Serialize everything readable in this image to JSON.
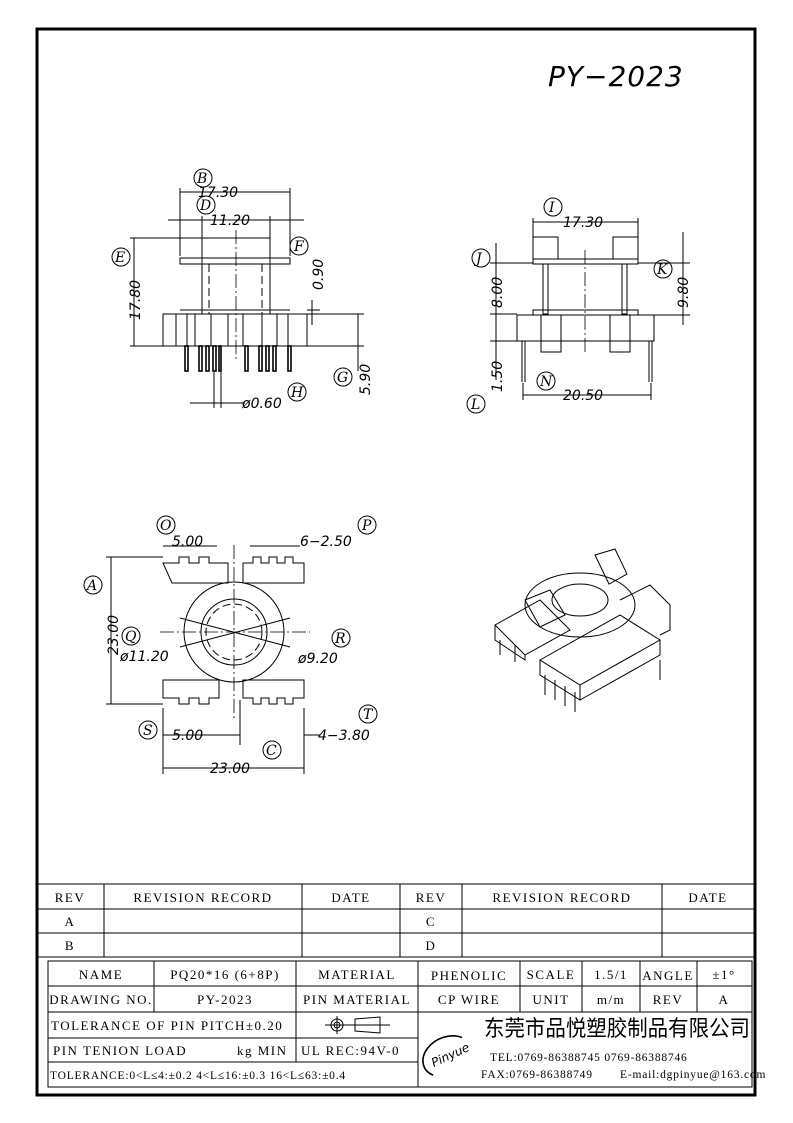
{
  "drawing_title": "PY−2023",
  "front_view": {
    "dims": {
      "b": "17.30",
      "d": "11.20",
      "f": "0.90",
      "e": "17.80",
      "g": "5.90",
      "h": "ø0.60"
    },
    "balloons": {
      "b": "B",
      "d": "D",
      "e": "E",
      "f": "F",
      "g": "G",
      "h": "H"
    }
  },
  "side_view": {
    "dims": {
      "i": "17.30",
      "j": "8.00",
      "k": "9.80",
      "l": "1.50",
      "n": "20.50"
    },
    "balloons": {
      "i": "I",
      "j": "J",
      "k": "K",
      "l": "L",
      "n": "N"
    }
  },
  "bottom_view": {
    "dims": {
      "o": "5.00",
      "p": "6−2.50",
      "a": "23.00",
      "q": "ø11.20",
      "r": "ø9.20",
      "s": "5.00",
      "t": "4−3.80",
      "c": "23.00"
    },
    "balloons": {
      "o": "O",
      "p": "P",
      "a": "A",
      "q": "Q",
      "r": "R",
      "s": "S",
      "t": "T",
      "c": "C"
    }
  },
  "revision_table": {
    "headers": [
      "REV",
      "REVISION RECORD",
      "DATE",
      "REV",
      "REVISION RECORD",
      "DATE"
    ],
    "rows": [
      [
        "A",
        "",
        "",
        "C",
        "",
        ""
      ],
      [
        "B",
        "",
        "",
        "D",
        "",
        ""
      ]
    ]
  },
  "title_block": {
    "name_label": "NAME",
    "name_value": "PQ20*16 (6+8P)",
    "material_label": "MATERIAL",
    "material_value": "PHENOLIC",
    "scale_label": "SCALE",
    "scale_value": "1.5/1",
    "angle_label": "ANGLE",
    "angle_value": "±1°",
    "drawing_no_label": "DRAWING NO.",
    "drawing_no_value": "PY-2023",
    "pin_material_label": "PIN MATERIAL",
    "pin_material_value": "CP WIRE",
    "unit_label": "UNIT",
    "unit_value": "m/m",
    "rev_label": "REV",
    "rev_value": "A",
    "pin_pitch_tolerance": "TOLERANCE OF PIN PITCH±0.20",
    "pin_tension_label": "PIN TENION LOAD",
    "pin_tension_unit": "kg MIN",
    "ul_rec": "UL REC:94V-0",
    "tolerance": "TOLERANCE:0<L≤4:±0.2  4<L≤16:±0.3  16<L≤63:±0.4",
    "logo_text": "Pinyue",
    "company": "东莞市品悦塑胶制品有限公司",
    "tel": "TEL:0769-86388745    0769-86388746",
    "fax": "FAX:0769-86388749",
    "email": "E-mail:dgpinyue@163.com"
  }
}
